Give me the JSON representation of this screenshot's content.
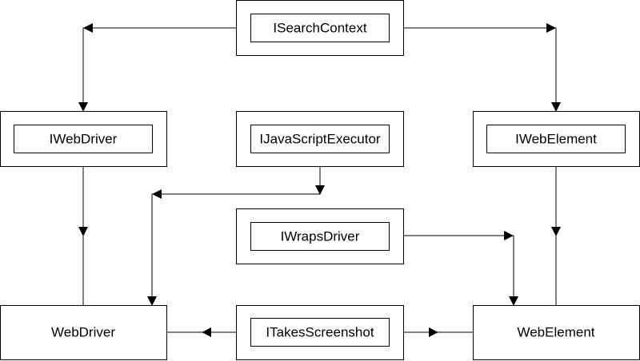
{
  "nodes": {
    "isearchcontext": "ISearchContext",
    "iwebdriver": "IWebDriver",
    "ijavascriptexecutor": "IJavaScriptExecutor",
    "iwebelement": "IWebElement",
    "iwrapsdriver": "IWrapsDriver",
    "webdriver": "WebDriver",
    "itakesscreenshot": "ITakesScreenshot",
    "webelement": "WebElement"
  }
}
